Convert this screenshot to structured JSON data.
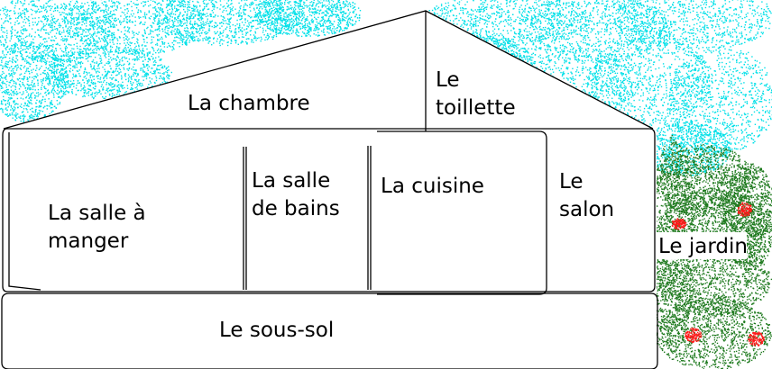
{
  "colors": {
    "sky": "#00e0e8",
    "garden": "#1f7a1f",
    "flowers": "#ff1a1a",
    "lines": "#000000",
    "background": "#ffffff"
  },
  "rooms": {
    "bedroom": "La chambre",
    "toilet": "Le\ntoillette",
    "dining": "La salle à\nmanger",
    "bathroom": "La salle\nde bains",
    "kitchen": "La cuisine",
    "living": "Le\nsalon",
    "garden": "Le jardin",
    "basement": "Le sous-sol"
  }
}
